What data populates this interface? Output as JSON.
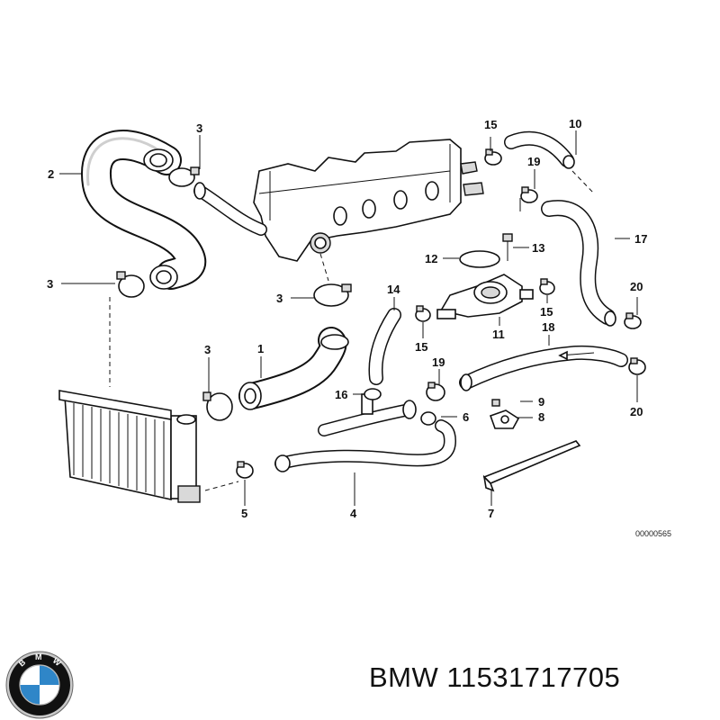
{
  "diagram": {
    "callouts": [
      {
        "id": "c1",
        "text": "1"
      },
      {
        "id": "c2",
        "text": "2"
      },
      {
        "id": "c3a",
        "text": "3"
      },
      {
        "id": "c3b",
        "text": "3"
      },
      {
        "id": "c3c",
        "text": "3"
      },
      {
        "id": "c3d",
        "text": "3"
      },
      {
        "id": "c4",
        "text": "4"
      },
      {
        "id": "c5",
        "text": "5"
      },
      {
        "id": "c6",
        "text": "6"
      },
      {
        "id": "c7",
        "text": "7"
      },
      {
        "id": "c8",
        "text": "8"
      },
      {
        "id": "c9",
        "text": "9"
      },
      {
        "id": "c10",
        "text": "10"
      },
      {
        "id": "c11",
        "text": "11"
      },
      {
        "id": "c12",
        "text": "12"
      },
      {
        "id": "c13",
        "text": "13"
      },
      {
        "id": "c14",
        "text": "14"
      },
      {
        "id": "c15a",
        "text": "15"
      },
      {
        "id": "c15b",
        "text": "15"
      },
      {
        "id": "c15c",
        "text": "15"
      },
      {
        "id": "c16",
        "text": "16"
      },
      {
        "id": "c17",
        "text": "17"
      },
      {
        "id": "c18",
        "text": "18"
      },
      {
        "id": "c19a",
        "text": "19"
      },
      {
        "id": "c19b",
        "text": "19"
      },
      {
        "id": "c20a",
        "text": "20"
      },
      {
        "id": "c20b",
        "text": "20"
      }
    ],
    "drawing_code": "00000565"
  },
  "caption": {
    "brand": "BMW",
    "part_number": "11531717705",
    "full": "BMW 11531717705"
  },
  "logo": {
    "letters": "BMW",
    "colors": {
      "ring": "#111111",
      "blue": "#2f86c8",
      "white": "#ffffff",
      "chrome": "#c9c9c9"
    }
  }
}
